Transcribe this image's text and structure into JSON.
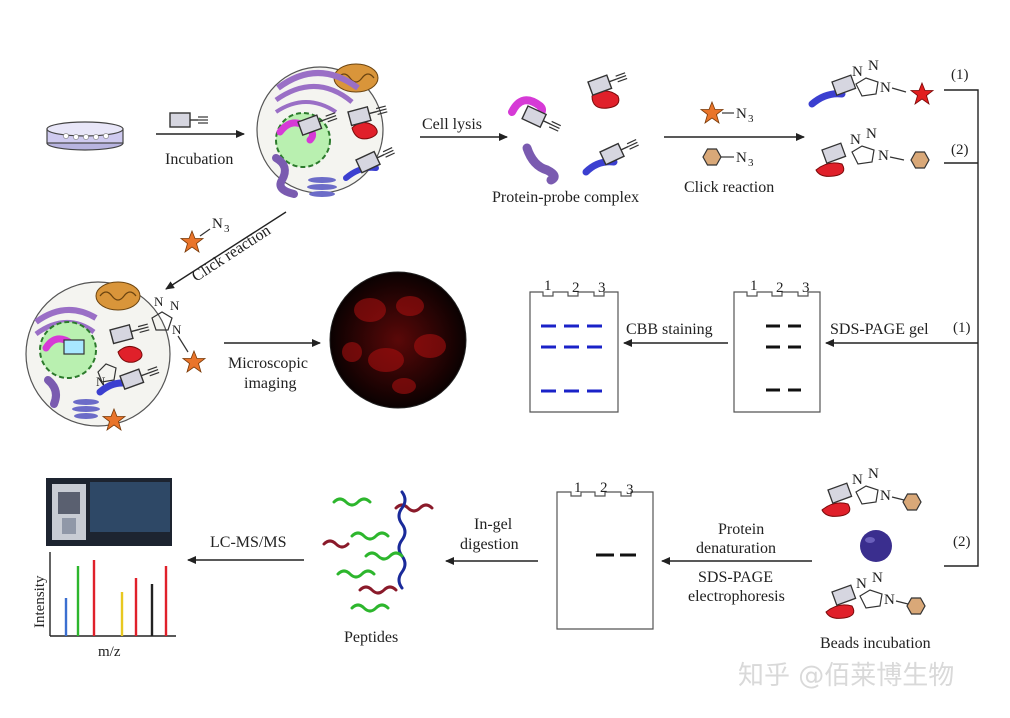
{
  "labels": {
    "incubation": "Incubation",
    "cell_lysis": "Cell lysis",
    "protein_probe_complex": "Protein-probe complex",
    "click_reaction_right": "Click reaction",
    "click_reaction_diag": "Click reaction",
    "n3": "N",
    "n3_sub": "3",
    "path1_top": "(1)",
    "path2_top": "(2)",
    "path1_mid": "(1)",
    "path2_low": "(2)",
    "microscopic_1": "Microscopic",
    "microscopic_2": "imaging",
    "cbb_staining": "CBB staining",
    "sds_page_gel": "SDS-PAGE gel",
    "lane1": "1",
    "lane2": "2",
    "lane3": "3",
    "protein_denat_1": "Protein",
    "protein_denat_2": "denaturation",
    "sds_electro_1": "SDS-PAGE",
    "sds_electro_2": "electrophoresis",
    "beads_incubation": "Beads incubation",
    "in_gel_1": "In-gel",
    "in_gel_2": "digestion",
    "peptides": "Peptides",
    "lc_ms": "LC-MS/MS",
    "intensity": "Intensity",
    "mz": "m/z",
    "triazole_n": "N",
    "watermark": "知乎 @佰莱博生物"
  },
  "colors": {
    "protein_purple": "#7a5bb0",
    "protein_magenta": "#d63ad6",
    "protein_red": "#e0202a",
    "protein_blue": "#3b3fd0",
    "star_orange": "#e9742a",
    "star_red": "#e21d1d",
    "hexagon_tan": "#d9a878",
    "band_blue": "#1a22c8",
    "band_black": "#111111",
    "bead": "#3a2e8e",
    "fluor": "#b01010"
  }
}
